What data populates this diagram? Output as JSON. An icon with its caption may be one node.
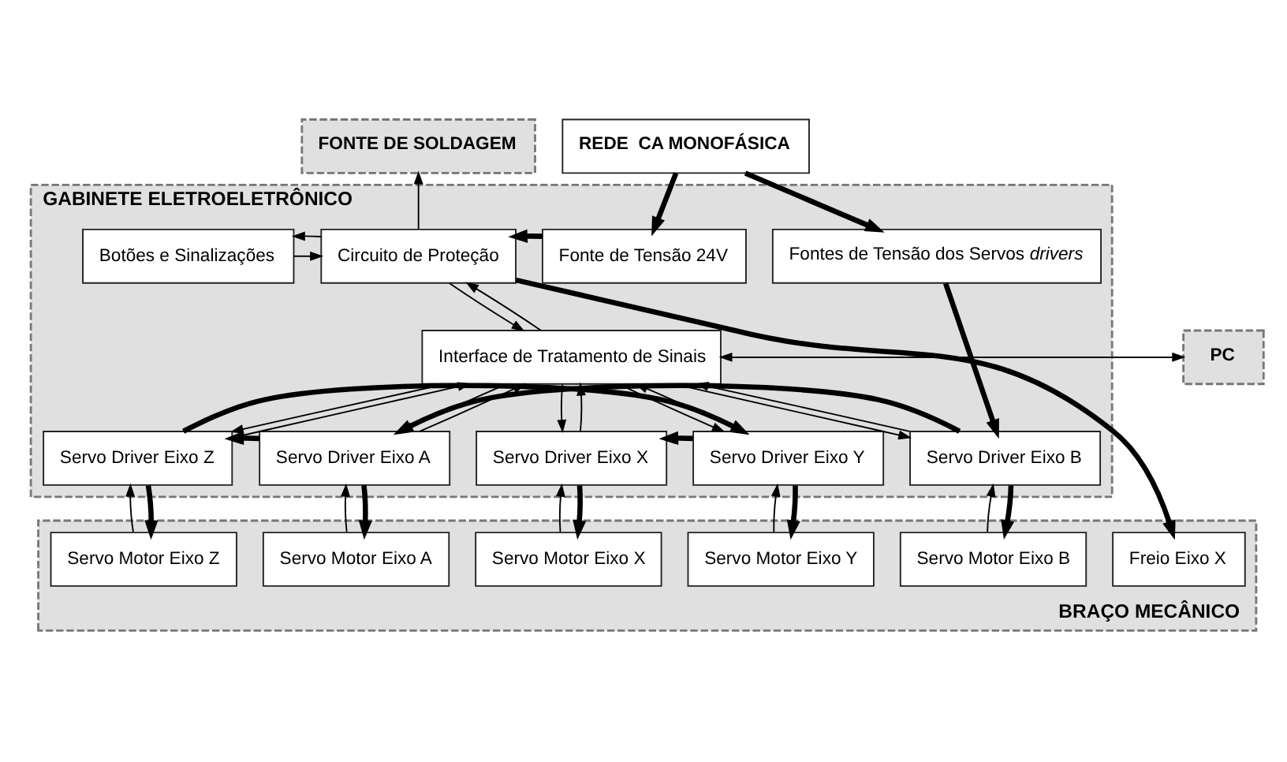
{
  "diagram": {
    "nodes": [
      {
        "text": [
          "FONTE DE SOLDAGEM"
        ]
      },
      {
        "text": [
          "REDE  CA MONOFÁSICA"
        ]
      },
      {
        "text": [
          "GABINETE ELETROELETRÔNICO"
        ]
      },
      {
        "text": [
          "Botões e Sinalizações"
        ],
        "in": 2
      },
      {
        "text": [
          "Circuito de Proteção"
        ],
        "in": 2
      },
      {
        "text": [
          "Fonte de Tensão 24V"
        ],
        "in": 2
      },
      {
        "text": [
          "Fontes de Tensão dos Servos *drivers*"
        ],
        "in": 2
      },
      {
        "text": [
          "PC"
        ]
      },
      {
        "text": [
          "Interface de Tratamento de Sinais"
        ],
        "in": 2
      },
      {
        "text": [
          "Servo Driver Eixo X"
        ],
        "in": 2
      },
      {
        "text": [
          "Servo Driver Eixo Y"
        ],
        "in": 2
      },
      {
        "text": [
          "Servo Driver Eixo Z"
        ],
        "in": 2
      },
      {
        "text": [
          "Servo Driver Eixo A"
        ],
        "in": 2
      },
      {
        "text": [
          "Servo Driver Eixo B"
        ],
        "in": 2
      },
      {
        "text": [
          "BRAÇO MECÂNICO"
        ]
      },
      {
        "text": [
          "Freio Eixo X"
        ],
        "in": 14
      },
      {
        "text": [
          "Servo Motor Eixo X"
        ],
        "in": 14
      },
      {
        "text": [
          "Servo Motor Eixo Y"
        ],
        "in": 14
      },
      {
        "text": [
          "Servo Motor Eixo Z"
        ],
        "in": 14
      },
      {
        "text": [
          "Servo Motor Eixo A"
        ],
        "in": 14
      },
      {
        "text": [
          "Servo Motor Eixo B"
        ],
        "in": 14
      }
    ],
    "edges": [
      {
        "from": 4,
        "to": 0,
        "arrow": "to"
      },
      {
        "from": 1,
        "to": 5,
        "arrow": "to",
        "style": "thick"
      },
      {
        "from": 1,
        "to": 6,
        "arrow": "to",
        "style": "thick"
      },
      {
        "from": 5,
        "to": 4,
        "arrow": "to",
        "style": "thick"
      },
      {
        "from": 3,
        "to": 4,
        "arrow": "to"
      },
      {
        "from": 4,
        "to": 3,
        "arrow": "to"
      },
      {
        "from": 8,
        "to": 4,
        "arrow": "to"
      },
      {
        "from": 4,
        "to": 8,
        "arrow": "to"
      },
      {
        "from": 7,
        "to": 8,
        "arrow": "to"
      },
      {
        "from": 8,
        "to": 7,
        "arrow": "to"
      },
      {
        "from": 4,
        "to": 15,
        "arrow": "to",
        "style": "thick"
      },
      {
        "from": 6,
        "to": 13,
        "arrow": "to",
        "style": "thick"
      },
      {
        "from": 8,
        "to": 9,
        "arrow": "to"
      },
      {
        "from": 9,
        "to": 8,
        "arrow": "to"
      },
      {
        "from": 8,
        "to": 10,
        "arrow": "to"
      },
      {
        "from": 10,
        "to": 8,
        "arrow": "to"
      },
      {
        "from": 8,
        "to": 11,
        "arrow": "to"
      },
      {
        "from": 11,
        "to": 8,
        "arrow": "to"
      },
      {
        "from": 8,
        "to": 12,
        "arrow": "to"
      },
      {
        "from": 12,
        "to": 8,
        "arrow": "to"
      },
      {
        "from": 8,
        "to": 13,
        "arrow": "to"
      },
      {
        "from": 13,
        "to": 8,
        "arrow": "to"
      },
      {
        "from": 13,
        "to": 12,
        "arrow": "to",
        "style": "thick"
      },
      {
        "from": 12,
        "to": 11,
        "arrow": "to",
        "style": "thick"
      },
      {
        "from": 11,
        "to": 10,
        "arrow": "to",
        "style": "thick"
      },
      {
        "from": 10,
        "to": 9,
        "arrow": "to",
        "style": "thick"
      },
      {
        "from": 9,
        "to": 16,
        "arrow": "to",
        "style": "thick"
      },
      {
        "from": 16,
        "to": 9,
        "arrow": "to"
      },
      {
        "from": 10,
        "to": 17,
        "arrow": "to",
        "style": "thick"
      },
      {
        "from": 17,
        "to": 10,
        "arrow": "to"
      },
      {
        "from": 11,
        "to": 18,
        "arrow": "to",
        "style": "thick"
      },
      {
        "from": 18,
        "to": 11,
        "arrow": "to"
      },
      {
        "from": 12,
        "to": 19,
        "arrow": "to",
        "style": "thick"
      },
      {
        "from": 19,
        "to": 12,
        "arrow": "to"
      },
      {
        "from": 13,
        "to": 20,
        "arrow": "to",
        "style": "thick"
      },
      {
        "from": 20,
        "to": 13,
        "arrow": "to"
      }
    ]
  }
}
